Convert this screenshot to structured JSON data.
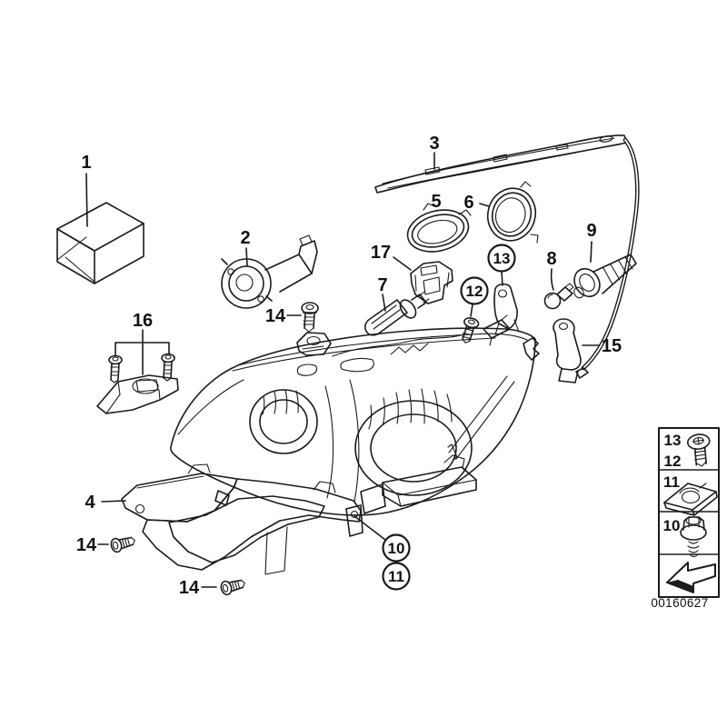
{
  "diagram": {
    "background": "#ffffff",
    "line_color": "#1b1b1b",
    "code": "00160627",
    "callouts": {
      "c1": "1",
      "c2": "2",
      "c3": "3",
      "c4": "4",
      "c5": "5",
      "c6": "6",
      "c7": "7",
      "c8": "8",
      "c9": "9",
      "c10": "10",
      "c11": "11",
      "c12": "12",
      "c13": "13",
      "c14": "14",
      "c15": "15",
      "c16": "16",
      "c17": "17"
    },
    "legend": {
      "row1_top": "13",
      "row1_bottom": "12",
      "row2": "11",
      "row3": "10",
      "icons": {
        "row1": "pan-head-screw-icon",
        "row2": "speed-clip-nut-icon",
        "row3": "hex-nut-stud-icon",
        "row4": "direction-arrow-icon"
      }
    }
  }
}
